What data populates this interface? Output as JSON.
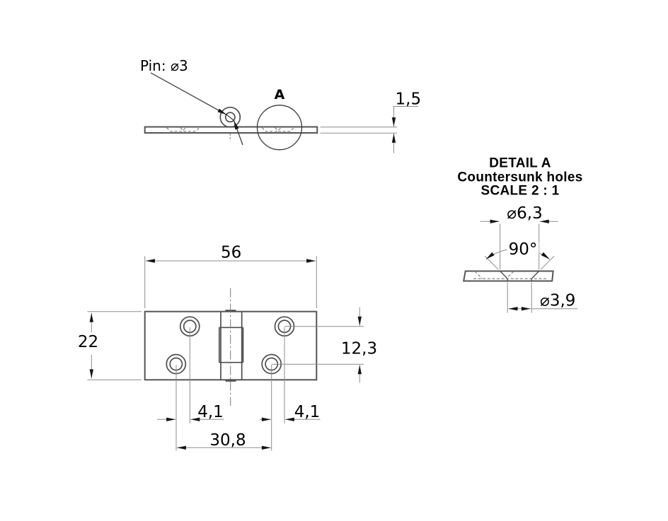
{
  "side_view": {
    "pin_label": "Pin: ⌀3",
    "detail_circle_label": "A",
    "thickness_dim": "1,5"
  },
  "front_view": {
    "width_dim": "56",
    "height_dim": "22",
    "hole_row_offset_dim": "12,3",
    "left_hole_stagger_dim": "4,1",
    "right_hole_stagger_dim": "4,1",
    "hole_span_dim": "30,8"
  },
  "detail_view": {
    "title": "DETAIL A",
    "subtitle": "Countersunk holes",
    "scale_note": "SCALE 2 : 1",
    "countersink_dia_dim": "⌀6,3",
    "countersink_angle_dim": "90°",
    "drill_dia_dim": "⌀3,9"
  },
  "colors": {
    "background": "#ffffff",
    "line": "#4d4d4d",
    "thin_line": "#8c8c8c",
    "arrow": "#151515",
    "text": "#000000"
  }
}
